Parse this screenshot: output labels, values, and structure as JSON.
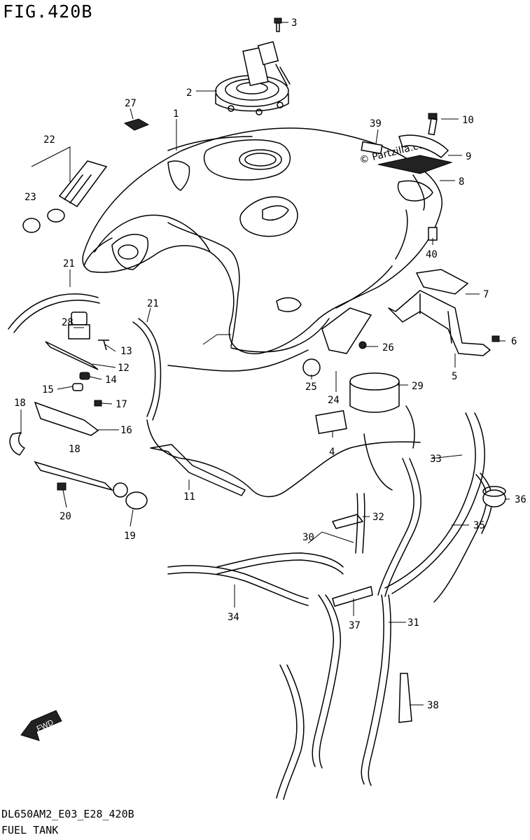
{
  "figure": {
    "title": "FIG.420B",
    "code": "DL650AM2_E03_E28_420B",
    "name": "FUEL TANK",
    "watermark": "© Partzilla.com",
    "fwd_label": "FWD"
  },
  "callouts": [
    "1",
    "2",
    "3",
    "4",
    "5",
    "6",
    "7",
    "8",
    "9",
    "10",
    "11",
    "12",
    "13",
    "14",
    "15",
    "16",
    "17",
    "18",
    "19",
    "20",
    "21",
    "21",
    "22",
    "23",
    "24",
    "25",
    "26",
    "27",
    "28",
    "29",
    "30",
    "31",
    "32",
    "33",
    "34",
    "35",
    "36",
    "37",
    "38",
    "39",
    "40"
  ]
}
